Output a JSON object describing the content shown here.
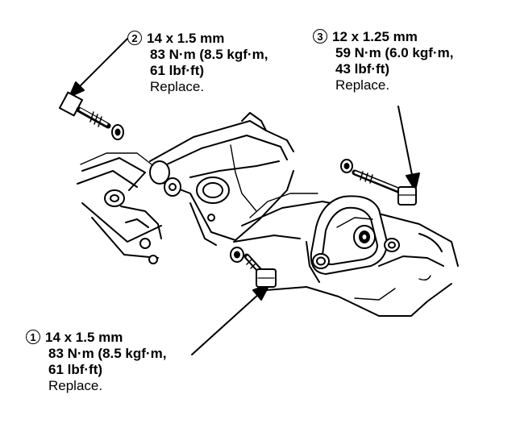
{
  "callouts": [
    {
      "number": "①",
      "size": "14 x 1.5 mm",
      "torque": "83 N·m (8.5 kgf·m,",
      "torque_cont": "61 lbf·ft)",
      "note": "Replace."
    },
    {
      "number": "②",
      "size": "14 x 1.5 mm",
      "torque": "83 N·m (8.5 kgf·m,",
      "torque_cont": "61 lbf·ft)",
      "note": "Replace."
    },
    {
      "number": "③",
      "size": "12 x 1.25 mm",
      "torque": "59 N·m (6.0 kgf·m,",
      "torque_cont": "43 lbf·ft)",
      "note": "Replace."
    }
  ],
  "colors": {
    "ink": "#000000",
    "paper": "#ffffff"
  }
}
